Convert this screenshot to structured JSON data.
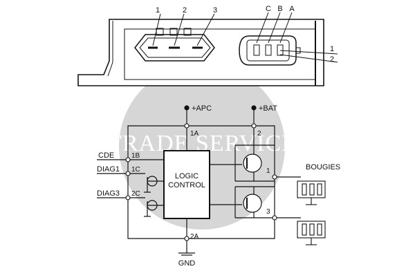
{
  "connector": {
    "pins_left": [
      "1",
      "2",
      "3"
    ],
    "pins_right": [
      "C",
      "B",
      "A"
    ],
    "side_pins": [
      "1",
      "2"
    ]
  },
  "watermark": "TRADE SERVICE",
  "circuit": {
    "supply_apc": "+APC",
    "supply_bat": "+BAT",
    "pin_1a": "1A",
    "pin_2": "2",
    "pin_1b": "1B",
    "pin_1c": "1C",
    "pin_2c": "2C",
    "pin_2a": "2A",
    "out_1": "1",
    "out_3": "3",
    "in_cde": "CDE",
    "in_diag1": "DIAG1",
    "in_diag3": "DIAG3",
    "logic_line1": "LOGIC",
    "logic_line2": "CONTROL",
    "bougies": "BOUGIES",
    "gnd": "GND"
  },
  "colors": {
    "ink": "#111111",
    "watermark_disc": "#d6d6d6",
    "housing": "#ffffff"
  }
}
